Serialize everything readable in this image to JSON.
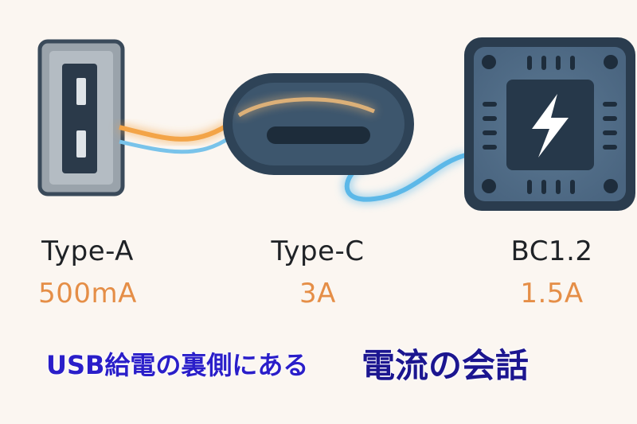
{
  "connectors": [
    {
      "name": "Type-A",
      "current": "500mA",
      "icon": "usb-type-a-port-icon"
    },
    {
      "name": "Type-C",
      "current": "3A",
      "icon": "usb-type-c-port-icon"
    },
    {
      "name": "BC1.2",
      "current": "1.5A",
      "icon": "charger-chip-lightning-icon"
    }
  ],
  "caption": {
    "main": "USB給電の裏側にある",
    "emphasis": "電流の会話"
  },
  "colors": {
    "background": "#fbf6f1",
    "device_dark": "#27384a",
    "device_mid": "#4e6a84",
    "cable_orange": "#f3a447",
    "cable_blue": "#5cb8e8",
    "value_orange": "#e58e47",
    "caption_blue": "#2a1ec9"
  }
}
